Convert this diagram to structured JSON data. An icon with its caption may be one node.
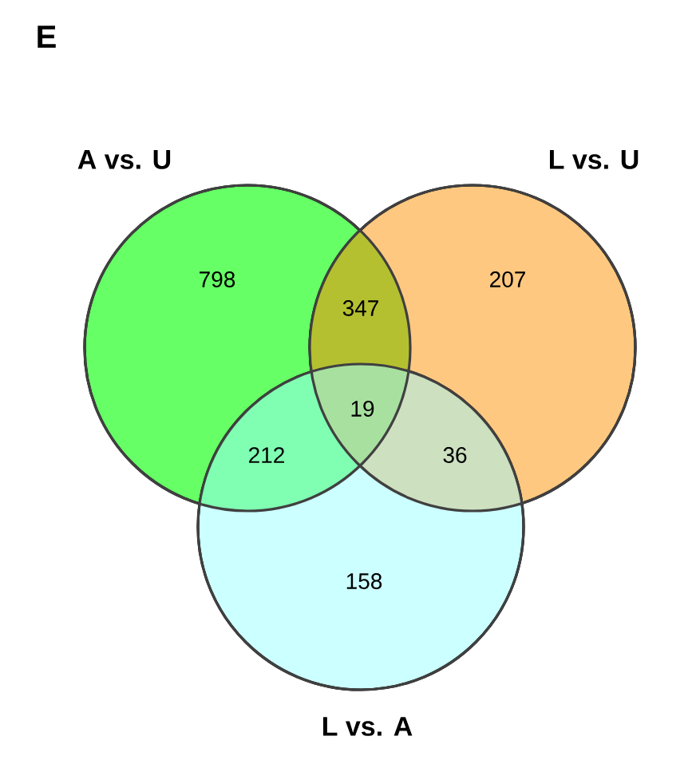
{
  "diagram": {
    "nodes": [
      {
        "text": [
          "A vs. U"
        ]
      },
      {
        "text": [
          "L vs. U"
        ]
      },
      {
        "text": [
          "L vs. A"
        ]
      }
    ],
    "labels": [
      "E",
      "798",
      "347",
      "207",
      "19",
      "212",
      "36",
      "158"
    ]
  }
}
